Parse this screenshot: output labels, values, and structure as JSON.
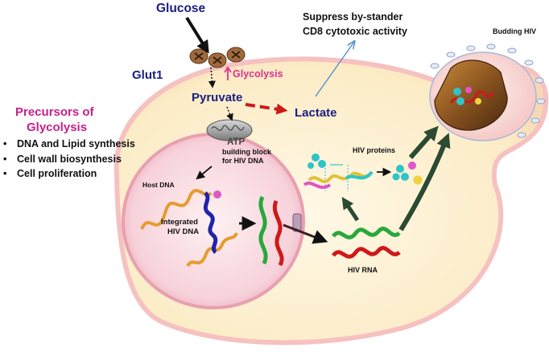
{
  "labels": {
    "glucose": "Glucose",
    "glut1": "Glut1",
    "glycolysis": "Glycolysis",
    "pyruvate": "Pyruvate",
    "lactate": "Lactate",
    "suppress_line1": "Suppress  by-stander",
    "suppress_line2": "CD8  cytotoxic activity",
    "budding_hiv": "Budding HIV",
    "atp": "ATP",
    "building_block_line1": "building block",
    "building_block_line2": "for HIV DNA",
    "host_dna": "Host DNA",
    "integrated_line1": "Integrated",
    "integrated_line2": "HIV DNA",
    "hiv_proteins": "HIV proteins",
    "hiv_rna": "HIV RNA"
  },
  "precursors": {
    "title_line1": "Precursors of",
    "title_line2": "Glycolysis",
    "items": [
      "DNA  and Lipid synthesis",
      "Cell wall biosynthesis",
      "Cell proliferation"
    ]
  },
  "colors": {
    "glucose": "#1a2080",
    "glut1": "#1a2080",
    "pyruvate": "#1a2080",
    "lactate": "#1a2080",
    "glycolysis": "#e0308a",
    "precursors_title": "#c81f8a",
    "lactate_arrow": "#cc1a1a",
    "suppress_arrow": "#5a93c9",
    "cell_membrane": "#f6c1c1",
    "nucleus_membrane": "#e8a0b0"
  }
}
